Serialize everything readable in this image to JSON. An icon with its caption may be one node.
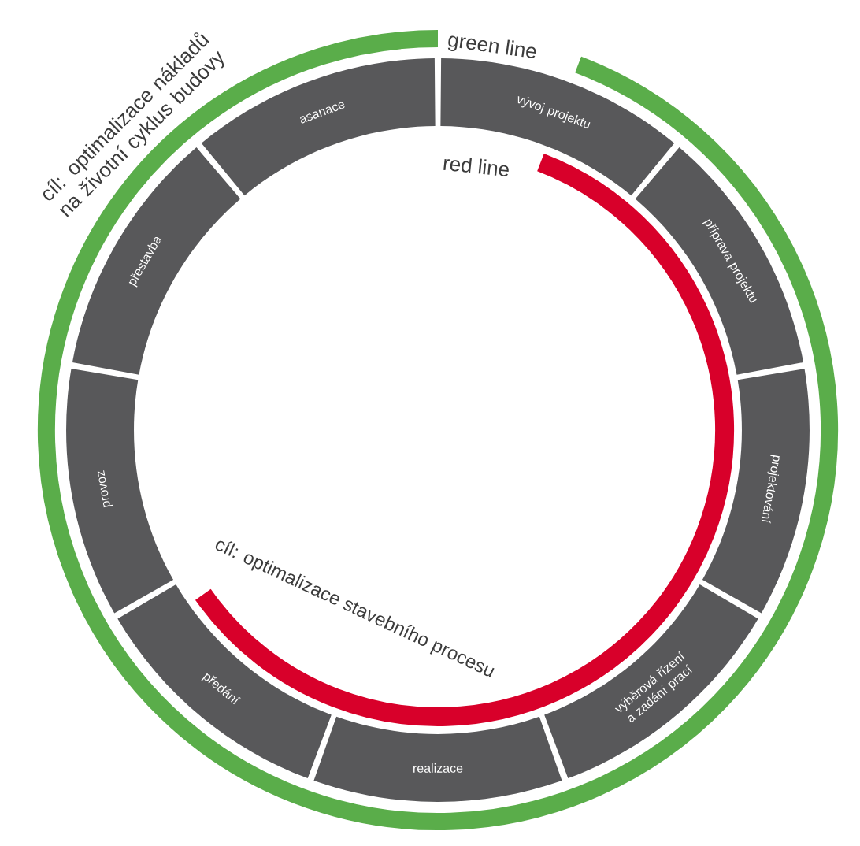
{
  "diagram": {
    "nodes": [
      {
        "text": [
          "vývoj projektu"
        ]
      },
      {
        "text": [
          "příprava projektu"
        ]
      },
      {
        "text": [
          "projektování"
        ]
      },
      {
        "text": [
          "výběrová řízení a zadání prací"
        ]
      },
      {
        "text": [
          "realizace"
        ]
      },
      {
        "text": [
          "předání"
        ]
      },
      {
        "text": [
          "provoz"
        ]
      },
      {
        "text": [
          "přestavba"
        ]
      },
      {
        "text": [
          "asanace"
        ]
      }
    ],
    "labels": [
      "cíl: optimalizace nákladů na životní cyklus budovy",
      "green line",
      "red line",
      "cíl: optimalizace stavebního procesu"
    ]
  }
}
